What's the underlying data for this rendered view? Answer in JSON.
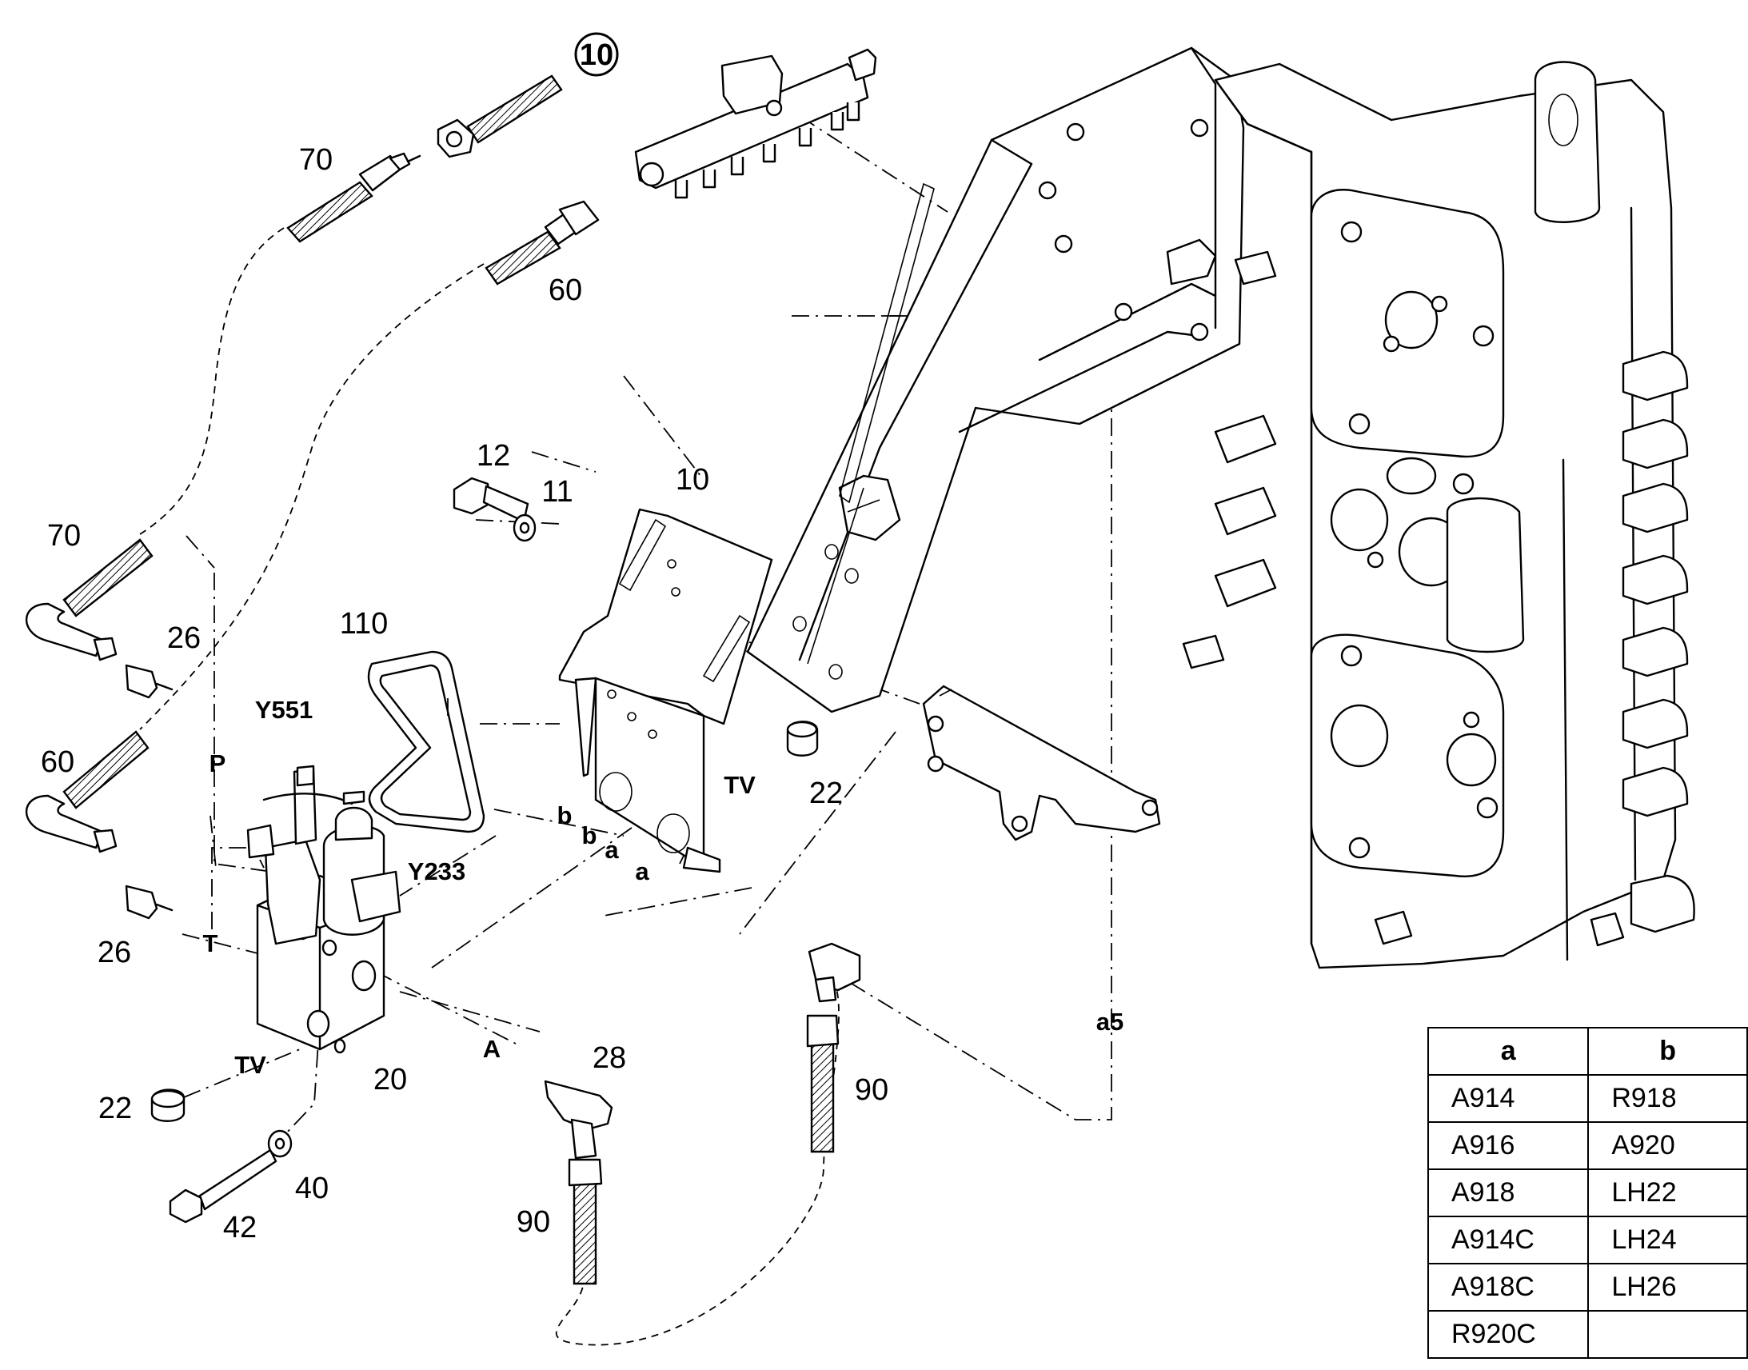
{
  "labels": {
    "n10_circle": "10",
    "n70_top": "70",
    "n60_top": "60",
    "n70_left": "70",
    "n26_upper": "26",
    "n60_left": "60",
    "n26_lower": "26",
    "n12": "12",
    "n11": "11",
    "n10": "10",
    "n110": "110",
    "y551": "Y551",
    "y233": "Y233",
    "p": "P",
    "t": "T",
    "tv_right": "TV",
    "n22_right": "22",
    "b1": "b",
    "b2": "b",
    "a1": "a",
    "a2": "a",
    "tv_left": "TV",
    "n22_left": "22",
    "n20": "20",
    "a_port": "A",
    "n28": "28",
    "n42": "42",
    "n40": "40",
    "n90_low": "90",
    "n90_right": "90",
    "a5": "a5"
  },
  "table": {
    "header": [
      "a",
      "b"
    ],
    "rows": [
      [
        "A914",
        "R918"
      ],
      [
        "A916",
        "A920"
      ],
      [
        "A918",
        "LH22"
      ],
      [
        "A914C",
        "LH24"
      ],
      [
        "A918C",
        "LH26"
      ],
      [
        "R920C",
        ""
      ]
    ]
  }
}
